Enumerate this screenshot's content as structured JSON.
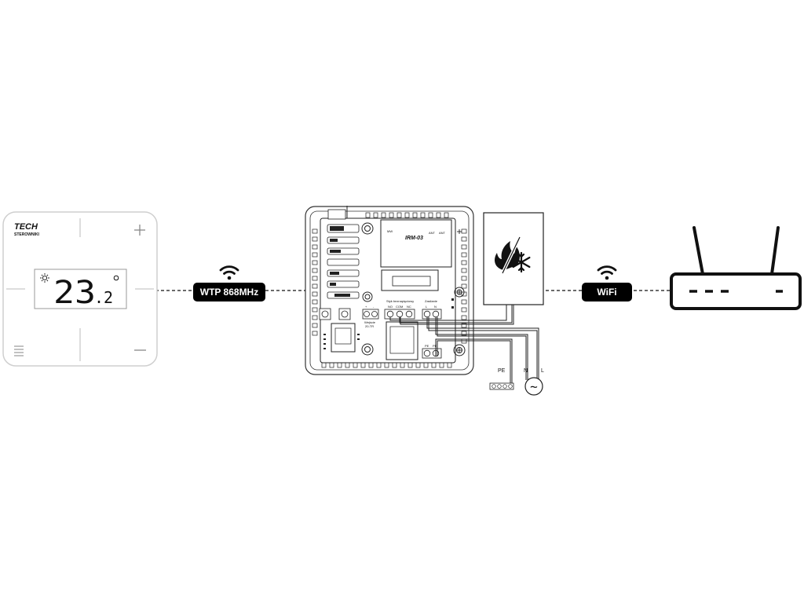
{
  "thermostat": {
    "brand": "TECH",
    "brand_sub": "STEROWNIKI",
    "temperature_main": "23",
    "temperature_decimal": ".2",
    "degree_symbol": "°"
  },
  "link_wtp": {
    "label": "WTP 868MHz"
  },
  "link_wifi": {
    "label": "WiFi"
  },
  "module": {
    "model_label": "IRM-03",
    "sub_label": "MW",
    "antenna_labels": [
      "ANT",
      "ANT"
    ],
    "terminal_group_left_labels": [
      "+",
      "-"
    ],
    "terminal_group_left_caption": "Wejście",
    "terminal_group_left_caption2": "20-TR",
    "relay_caption": "Styk beznapięciowy",
    "relay_terminals": [
      "NO",
      "COM",
      "NC"
    ],
    "power_caption": "Zasilanie",
    "power_terminals": [
      "L",
      "N"
    ],
    "pe_terminals": [
      "PE",
      "PE"
    ]
  },
  "mains": {
    "pe_label": "PE",
    "n_label": "N",
    "l_label": "L",
    "ac_symbol": "~"
  },
  "colors": {
    "stroke": "#111111",
    "pill_bg": "#000000",
    "device_outline": "#cfcfcf"
  },
  "icons": {
    "wtp_signal": "wifi-signal-icon",
    "wifi_signal": "wifi-signal-icon",
    "heat_cool": "flame-snowflake-icon",
    "sun": "sun-icon",
    "plus": "plus-icon",
    "minus": "minus-icon",
    "menu": "menu-icon"
  }
}
